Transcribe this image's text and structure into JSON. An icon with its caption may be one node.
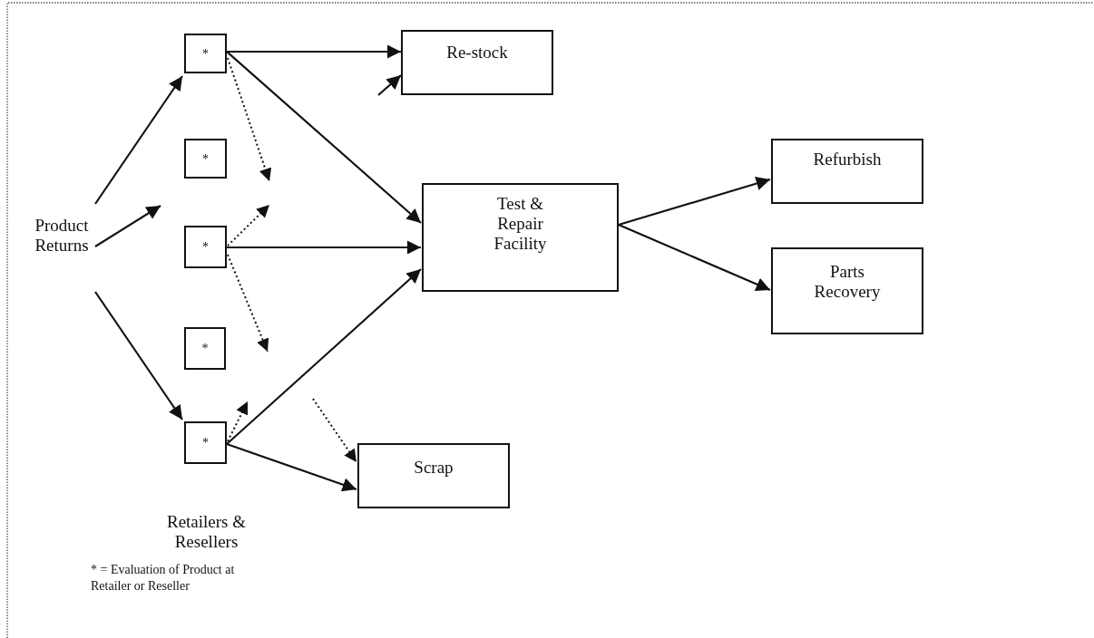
{
  "diagram": {
    "nodes": [
      {
        "text": [
          "Product Returns"
        ]
      },
      {
        "text": [
          "*"
        ]
      },
      {
        "text": [
          "*"
        ]
      },
      {
        "text": [
          "*"
        ]
      },
      {
        "text": [
          "*"
        ]
      },
      {
        "text": [
          "*"
        ]
      },
      {
        "text": [
          "Re-stock"
        ]
      },
      {
        "text": [
          "Test & Repair Facility"
        ]
      },
      {
        "text": [
          "Refurbish"
        ]
      },
      {
        "text": [
          "Parts Recovery"
        ]
      },
      {
        "text": [
          "Scrap"
        ]
      }
    ],
    "edges": [
      {
        "from": 0,
        "to": 1,
        "arrow": "to"
      },
      {
        "from": 0,
        "to": null,
        "arrow": "to"
      },
      {
        "from": 0,
        "to": 5,
        "arrow": "to"
      },
      {
        "from": 1,
        "to": 6,
        "arrow": "to"
      },
      {
        "from": null,
        "to": 6,
        "arrow": "to"
      },
      {
        "from": 1,
        "to": 7,
        "arrow": "to"
      },
      {
        "from": 1,
        "to": null,
        "arrow": "to",
        "style": "dashed"
      },
      {
        "from": 3,
        "to": null,
        "arrow": "to",
        "style": "dashed"
      },
      {
        "from": 3,
        "to": 7,
        "arrow": "to"
      },
      {
        "from": 3,
        "to": null,
        "arrow": "to",
        "style": "dashed"
      },
      {
        "from": 5,
        "to": null,
        "arrow": "to",
        "style": "dashed"
      },
      {
        "from": 5,
        "to": 7,
        "arrow": "to"
      },
      {
        "from": 5,
        "to": 10,
        "arrow": "to"
      },
      {
        "from": null,
        "to": 10,
        "arrow": "to",
        "style": "dashed"
      },
      {
        "from": 7,
        "to": 8,
        "arrow": "to"
      },
      {
        "from": 7,
        "to": 9,
        "arrow": "to"
      }
    ],
    "labels": [
      "Retailers & Resellers",
      "* = Evaluation of Product at Retailer or Reseller"
    ]
  }
}
